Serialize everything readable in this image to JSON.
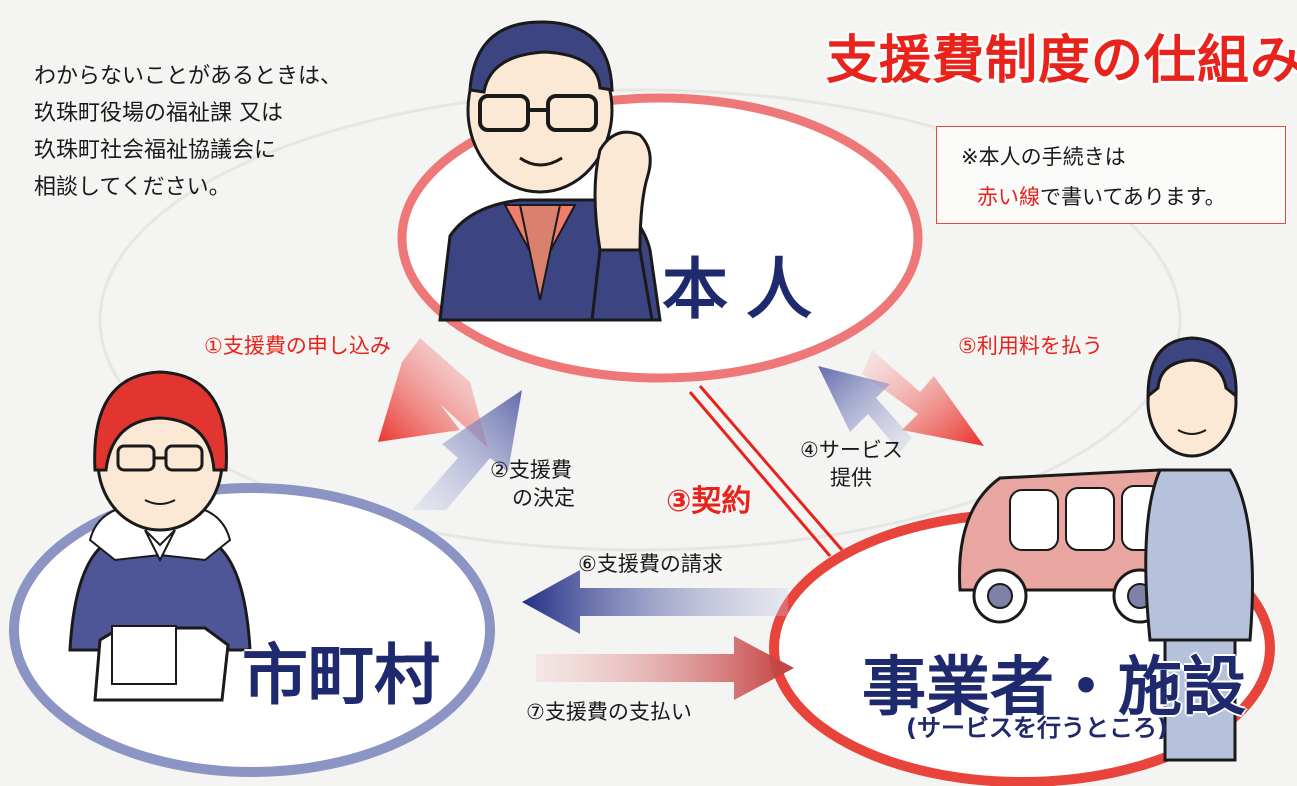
{
  "note": {
    "lines": [
      "わからないことがあるときは、",
      "玖珠町役場の福祉課 又は",
      "玖珠町社会福祉協議会に",
      "相談してください。"
    ]
  },
  "title": "支援費制度の仕組み",
  "legend": {
    "line1": "※本人の手続きは",
    "line2_red": "赤い線",
    "line2_rest": "で書いてあります。"
  },
  "nodes": {
    "person": "本人",
    "municipality": "市町村",
    "provider": "事業者・施設",
    "provider_sub": "(サービスを行うところ)"
  },
  "steps": {
    "s1": "①支援費の申し込み",
    "s2_line1": "②支援費",
    "s2_line2": "の決定",
    "s3": "③契約",
    "s4_line1": "④サービス",
    "s4_line2": "提供",
    "s5": "⑤利用料を払う",
    "s6": "⑥支援費の請求",
    "s7": "⑦支援費の支払い"
  },
  "colors": {
    "red": "#e8231b",
    "navy": "#1f2a6e",
    "person_ring": "#ee7777",
    "muni_ring": "#8c94c4",
    "provider_ring": "#e8443c"
  }
}
